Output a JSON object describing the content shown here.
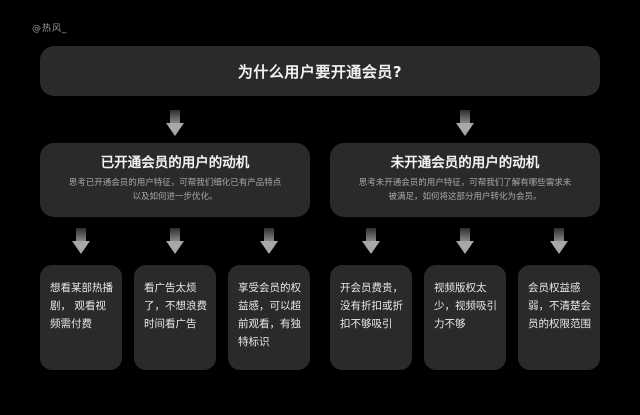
{
  "watermark": "@热风_",
  "main": {
    "title": "为什么用户要开通会员?"
  },
  "categories": [
    {
      "title": "已开通会员的用户的动机",
      "description": "思考已开通会员的用户特征，可帮我们细化已有产品特点以及如何进一步优化。",
      "cards": [
        {
          "text": "想看某部热播剧， 观看视频需付费"
        },
        {
          "text": "看广告太烦了，不想浪费时间看广告"
        },
        {
          "text": "享受会员的权益感，可以超前观看，有独特标识"
        }
      ]
    },
    {
      "title": "未开通会员的用户的动机",
      "description": "思考未开通会员的用户特征，可帮我们了解有哪些需求未被满足，如何将这部分用户转化为会员。",
      "cards": [
        {
          "text": "开会员费贵，没有折扣或折扣不够吸引"
        },
        {
          "text": "视频版权太少，视频吸引力不够"
        },
        {
          "text": "会员权益感弱，不清楚会员的权限范围"
        }
      ]
    }
  ],
  "colors": {
    "background": "#000000",
    "box": "#2a2a2a",
    "title_text": "#f2f2f2",
    "desc_text": "#a8a8a8",
    "arrow": "#a8a8a8"
  }
}
